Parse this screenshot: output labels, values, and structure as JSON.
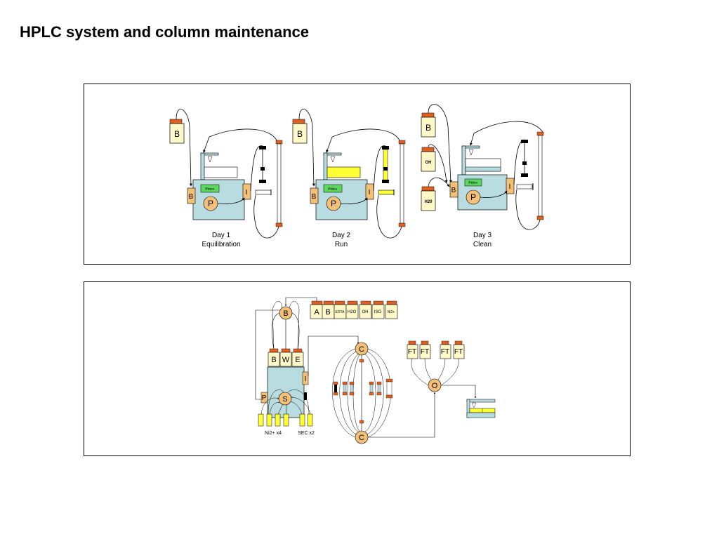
{
  "title": "HPLC system and column maintenance",
  "colors": {
    "bottle": "#fff8c8",
    "cap": "#e06020",
    "instrument": "#b8dce0",
    "valve": "#f4c078",
    "display": "#5cd65c",
    "highlight": "#ffff33",
    "filter": "#000000"
  },
  "top_panel": {
    "days": [
      {
        "day": "Day 1",
        "step": "Equilibration",
        "bottle": "B",
        "valve": "B",
        "pump": "P",
        "injector": "I",
        "display": "Prim+"
      },
      {
        "day": "Day 2",
        "step": "Run",
        "bottle": "B",
        "valve": "B",
        "pump": "P",
        "injector": "I",
        "display": "Prim+"
      },
      {
        "day": "Day 3",
        "step": "Clean",
        "bottles": [
          "B",
          "OH",
          "H20"
        ],
        "valve": "B",
        "pump": "P",
        "injector": "I",
        "display": "Prim+"
      }
    ]
  },
  "bottom_panel": {
    "buffer_valve": "B",
    "reservoirs": [
      "A",
      "B",
      "EDTA",
      "H2O",
      "OH",
      "ISO",
      "Ni2+"
    ],
    "inlet_bottles": [
      "B",
      "W",
      "E"
    ],
    "injector": "I",
    "pump_valve": "P",
    "sample_valve": "S",
    "column_valve_top": "C",
    "column_valve_bottom": "C",
    "outlet_valve": "O",
    "fraction_bottles": [
      "FT",
      "FT",
      "FT",
      "FT"
    ],
    "sample_groups": [
      "Ni2+ x4",
      "SEC x2"
    ]
  }
}
